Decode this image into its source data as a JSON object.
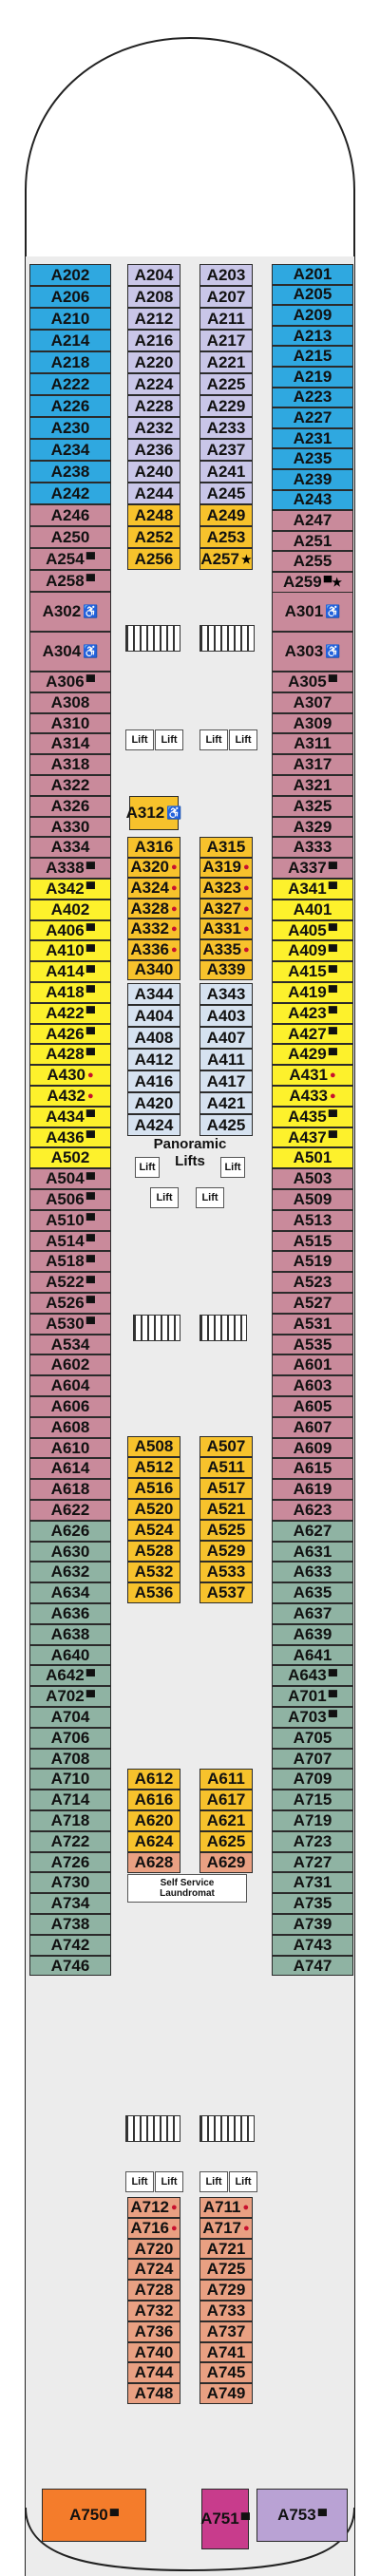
{
  "colors": {
    "blue": "#2fa8e0",
    "lavender": "#c9c6e8",
    "gold": "#f7c22c",
    "mauve": "#c98a9b",
    "yellow": "#fdf12c",
    "lightblue": "#d6e2f0",
    "green": "#8fb3a3",
    "salmon": "#e9a082",
    "orange": "#f47c2b",
    "magenta": "#c83c8c",
    "violet": "#b9a2d4",
    "hull": "#ececec",
    "outline": "#2b2b2b"
  },
  "labels": {
    "panoramic_lifts_1": "Panoramic",
    "panoramic_lifts_2": "Lifts",
    "laundromat_1": "Self Service",
    "laundromat_2": "Laundromat",
    "lift": "Lift"
  },
  "cabins": {
    "col1": [
      [
        "A202",
        "blue",
        ""
      ],
      [
        "A206",
        "blue",
        ""
      ],
      [
        "A210",
        "blue",
        ""
      ],
      [
        "A214",
        "blue",
        ""
      ],
      [
        "A218",
        "blue",
        ""
      ],
      [
        "A222",
        "blue",
        ""
      ],
      [
        "A226",
        "blue",
        ""
      ],
      [
        "A230",
        "blue",
        ""
      ],
      [
        "A234",
        "blue",
        ""
      ],
      [
        "A238",
        "blue",
        ""
      ],
      [
        "A242",
        "blue",
        ""
      ],
      [
        "A246",
        "mauve",
        ""
      ],
      [
        "A250",
        "mauve",
        ""
      ],
      [
        "A254",
        "mauve",
        "▀"
      ],
      [
        "A258",
        "mauve",
        "▀"
      ],
      [
        "A302",
        "mauve",
        "♿"
      ],
      [
        "A304",
        "mauve",
        "♿"
      ],
      [
        "A306",
        "mauve",
        "▀"
      ],
      [
        "A308",
        "mauve",
        ""
      ],
      [
        "A310",
        "mauve",
        ""
      ],
      [
        "A314",
        "mauve",
        ""
      ],
      [
        "A318",
        "mauve",
        ""
      ],
      [
        "A322",
        "mauve",
        ""
      ],
      [
        "A326",
        "mauve",
        ""
      ],
      [
        "A330",
        "mauve",
        ""
      ],
      [
        "A334",
        "mauve",
        ""
      ],
      [
        "A338",
        "mauve",
        "▀"
      ],
      [
        "A342",
        "yellow",
        "▀"
      ],
      [
        "A402",
        "yellow",
        ""
      ],
      [
        "A406",
        "yellow",
        "▀"
      ],
      [
        "A410",
        "yellow",
        "▀"
      ],
      [
        "A414",
        "yellow",
        "▀"
      ],
      [
        "A418",
        "yellow",
        "▀"
      ],
      [
        "A422",
        "yellow",
        "▀"
      ],
      [
        "A426",
        "yellow",
        "▀"
      ],
      [
        "A428",
        "yellow",
        "▀"
      ],
      [
        "A430",
        "yellow",
        "●"
      ],
      [
        "A432",
        "yellow",
        "●"
      ],
      [
        "A434",
        "yellow",
        "▀"
      ],
      [
        "A436",
        "yellow",
        "▀"
      ],
      [
        "A502",
        "yellow",
        ""
      ],
      [
        "A504",
        "mauve",
        "▀"
      ],
      [
        "A506",
        "mauve",
        "▀"
      ],
      [
        "A510",
        "mauve",
        "▀"
      ],
      [
        "A514",
        "mauve",
        "▀"
      ],
      [
        "A518",
        "mauve",
        "▀"
      ],
      [
        "A522",
        "mauve",
        "▀"
      ],
      [
        "A526",
        "mauve",
        "▀"
      ],
      [
        "A530",
        "mauve",
        "▀"
      ],
      [
        "A534",
        "mauve",
        ""
      ],
      [
        "A602",
        "mauve",
        ""
      ],
      [
        "A604",
        "mauve",
        ""
      ],
      [
        "A606",
        "mauve",
        ""
      ],
      [
        "A608",
        "mauve",
        ""
      ],
      [
        "A610",
        "mauve",
        ""
      ],
      [
        "A614",
        "mauve",
        ""
      ],
      [
        "A618",
        "mauve",
        ""
      ],
      [
        "A622",
        "mauve",
        ""
      ],
      [
        "A626",
        "green",
        ""
      ],
      [
        "A630",
        "green",
        ""
      ],
      [
        "A632",
        "green",
        ""
      ],
      [
        "A634",
        "green",
        ""
      ],
      [
        "A636",
        "green",
        ""
      ],
      [
        "A638",
        "green",
        ""
      ],
      [
        "A640",
        "green",
        ""
      ],
      [
        "A642",
        "green",
        "▀"
      ],
      [
        "A702",
        "green",
        "▀"
      ],
      [
        "A704",
        "green",
        ""
      ],
      [
        "A706",
        "green",
        ""
      ],
      [
        "A708",
        "green",
        ""
      ],
      [
        "A710",
        "green",
        ""
      ],
      [
        "A714",
        "green",
        ""
      ],
      [
        "A718",
        "green",
        ""
      ],
      [
        "A722",
        "green",
        ""
      ],
      [
        "A726",
        "green",
        ""
      ],
      [
        "A730",
        "green",
        ""
      ],
      [
        "A734",
        "green",
        ""
      ],
      [
        "A738",
        "green",
        ""
      ],
      [
        "A742",
        "green",
        ""
      ],
      [
        "A746",
        "green",
        ""
      ]
    ],
    "col4": [
      [
        "A201",
        "blue",
        ""
      ],
      [
        "A205",
        "blue",
        ""
      ],
      [
        "A209",
        "blue",
        ""
      ],
      [
        "A213",
        "blue",
        ""
      ],
      [
        "A215",
        "blue",
        ""
      ],
      [
        "A219",
        "blue",
        ""
      ],
      [
        "A223",
        "blue",
        ""
      ],
      [
        "A227",
        "blue",
        ""
      ],
      [
        "A231",
        "blue",
        ""
      ],
      [
        "A235",
        "blue",
        ""
      ],
      [
        "A239",
        "blue",
        ""
      ],
      [
        "A243",
        "blue",
        ""
      ],
      [
        "A247",
        "mauve",
        ""
      ],
      [
        "A251",
        "mauve",
        ""
      ],
      [
        "A255",
        "mauve",
        ""
      ],
      [
        "A259",
        "mauve",
        "▀★"
      ],
      [
        "A301",
        "mauve",
        "♿"
      ],
      [
        "A303",
        "mauve",
        "♿"
      ],
      [
        "A305",
        "mauve",
        "▀"
      ],
      [
        "A307",
        "mauve",
        ""
      ],
      [
        "A309",
        "mauve",
        ""
      ],
      [
        "A311",
        "mauve",
        ""
      ],
      [
        "A317",
        "mauve",
        ""
      ],
      [
        "A321",
        "mauve",
        ""
      ],
      [
        "A325",
        "mauve",
        ""
      ],
      [
        "A329",
        "mauve",
        ""
      ],
      [
        "A333",
        "mauve",
        ""
      ],
      [
        "A337",
        "mauve",
        "▀"
      ],
      [
        "A341",
        "yellow",
        "▀"
      ],
      [
        "A401",
        "yellow",
        ""
      ],
      [
        "A405",
        "yellow",
        "▀"
      ],
      [
        "A409",
        "yellow",
        "▀"
      ],
      [
        "A415",
        "yellow",
        "▀"
      ],
      [
        "A419",
        "yellow",
        "▀"
      ],
      [
        "A423",
        "yellow",
        "▀"
      ],
      [
        "A427",
        "yellow",
        "▀"
      ],
      [
        "A429",
        "yellow",
        "▀"
      ],
      [
        "A431",
        "yellow",
        "●"
      ],
      [
        "A433",
        "yellow",
        "●"
      ],
      [
        "A435",
        "yellow",
        "▀"
      ],
      [
        "A437",
        "yellow",
        "▀"
      ],
      [
        "A501",
        "yellow",
        ""
      ],
      [
        "A503",
        "mauve",
        ""
      ],
      [
        "A509",
        "mauve",
        ""
      ],
      [
        "A513",
        "mauve",
        ""
      ],
      [
        "A515",
        "mauve",
        ""
      ],
      [
        "A519",
        "mauve",
        ""
      ],
      [
        "A523",
        "mauve",
        ""
      ],
      [
        "A527",
        "mauve",
        ""
      ],
      [
        "A531",
        "mauve",
        ""
      ],
      [
        "A535",
        "mauve",
        ""
      ],
      [
        "A601",
        "mauve",
        ""
      ],
      [
        "A603",
        "mauve",
        ""
      ],
      [
        "A605",
        "mauve",
        ""
      ],
      [
        "A607",
        "mauve",
        ""
      ],
      [
        "A609",
        "mauve",
        ""
      ],
      [
        "A615",
        "mauve",
        ""
      ],
      [
        "A619",
        "mauve",
        ""
      ],
      [
        "A623",
        "mauve",
        ""
      ],
      [
        "A627",
        "green",
        ""
      ],
      [
        "A631",
        "green",
        ""
      ],
      [
        "A633",
        "green",
        ""
      ],
      [
        "A635",
        "green",
        ""
      ],
      [
        "A637",
        "green",
        ""
      ],
      [
        "A639",
        "green",
        ""
      ],
      [
        "A641",
        "green",
        ""
      ],
      [
        "A643",
        "green",
        "▀"
      ],
      [
        "A701",
        "green",
        "▀"
      ],
      [
        "A703",
        "green",
        "▀"
      ],
      [
        "A705",
        "green",
        ""
      ],
      [
        "A707",
        "green",
        ""
      ],
      [
        "A709",
        "green",
        ""
      ],
      [
        "A715",
        "green",
        ""
      ],
      [
        "A719",
        "green",
        ""
      ],
      [
        "A723",
        "green",
        ""
      ],
      [
        "A727",
        "green",
        ""
      ],
      [
        "A731",
        "green",
        ""
      ],
      [
        "A735",
        "green",
        ""
      ],
      [
        "A739",
        "green",
        ""
      ],
      [
        "A743",
        "green",
        ""
      ],
      [
        "A747",
        "green",
        ""
      ]
    ],
    "col2_top": [
      [
        "A204",
        "lavender",
        ""
      ],
      [
        "A208",
        "lavender",
        ""
      ],
      [
        "A212",
        "lavender",
        ""
      ],
      [
        "A216",
        "lavender",
        ""
      ],
      [
        "A220",
        "lavender",
        ""
      ],
      [
        "A224",
        "lavender",
        ""
      ],
      [
        "A228",
        "lavender",
        ""
      ],
      [
        "A232",
        "lavender",
        ""
      ],
      [
        "A236",
        "lavender",
        ""
      ],
      [
        "A240",
        "lavender",
        ""
      ],
      [
        "A244",
        "lavender",
        ""
      ],
      [
        "A248",
        "gold",
        ""
      ],
      [
        "A252",
        "gold",
        ""
      ],
      [
        "A256",
        "gold",
        ""
      ]
    ],
    "col3_top": [
      [
        "A203",
        "lavender",
        ""
      ],
      [
        "A207",
        "lavender",
        ""
      ],
      [
        "A211",
        "lavender",
        ""
      ],
      [
        "A217",
        "lavender",
        ""
      ],
      [
        "A221",
        "lavender",
        ""
      ],
      [
        "A225",
        "lavender",
        ""
      ],
      [
        "A229",
        "lavender",
        ""
      ],
      [
        "A233",
        "lavender",
        ""
      ],
      [
        "A237",
        "lavender",
        ""
      ],
      [
        "A241",
        "lavender",
        ""
      ],
      [
        "A245",
        "lavender",
        ""
      ],
      [
        "A249",
        "gold",
        ""
      ],
      [
        "A253",
        "gold",
        ""
      ],
      [
        "A257",
        "gold",
        "★"
      ]
    ],
    "a312": [
      "A312",
      "gold",
      "♿"
    ],
    "col2_b": [
      [
        "A316",
        "gold",
        ""
      ],
      [
        "A320",
        "gold",
        "●"
      ],
      [
        "A324",
        "gold",
        "●"
      ],
      [
        "A328",
        "gold",
        "●"
      ],
      [
        "A332",
        "gold",
        "●"
      ],
      [
        "A336",
        "gold",
        "●"
      ],
      [
        "A340",
        "gold",
        ""
      ]
    ],
    "col3_b": [
      [
        "A315",
        "gold",
        ""
      ],
      [
        "A319",
        "gold",
        "●"
      ],
      [
        "A323",
        "gold",
        "●"
      ],
      [
        "A327",
        "gold",
        "●"
      ],
      [
        "A331",
        "gold",
        "●"
      ],
      [
        "A335",
        "gold",
        "●"
      ],
      [
        "A339",
        "gold",
        ""
      ]
    ],
    "col2_c": [
      [
        "A344",
        "lightblue",
        ""
      ],
      [
        "A404",
        "lightblue",
        ""
      ],
      [
        "A408",
        "lightblue",
        ""
      ],
      [
        "A412",
        "lightblue",
        ""
      ],
      [
        "A416",
        "lightblue",
        ""
      ],
      [
        "A420",
        "lightblue",
        ""
      ],
      [
        "A424",
        "lightblue",
        ""
      ]
    ],
    "col3_c": [
      [
        "A343",
        "lightblue",
        ""
      ],
      [
        "A403",
        "lightblue",
        ""
      ],
      [
        "A407",
        "lightblue",
        ""
      ],
      [
        "A411",
        "lightblue",
        ""
      ],
      [
        "A417",
        "lightblue",
        ""
      ],
      [
        "A421",
        "lightblue",
        ""
      ],
      [
        "A425",
        "lightblue",
        ""
      ]
    ],
    "col2_d": [
      [
        "A508",
        "gold",
        ""
      ],
      [
        "A512",
        "gold",
        ""
      ],
      [
        "A516",
        "gold",
        ""
      ],
      [
        "A520",
        "gold",
        ""
      ],
      [
        "A524",
        "gold",
        ""
      ],
      [
        "A528",
        "gold",
        ""
      ],
      [
        "A532",
        "gold",
        ""
      ],
      [
        "A536",
        "gold",
        ""
      ]
    ],
    "col3_d": [
      [
        "A507",
        "gold",
        ""
      ],
      [
        "A511",
        "gold",
        ""
      ],
      [
        "A517",
        "gold",
        ""
      ],
      [
        "A521",
        "gold",
        ""
      ],
      [
        "A525",
        "gold",
        ""
      ],
      [
        "A529",
        "gold",
        ""
      ],
      [
        "A533",
        "gold",
        ""
      ],
      [
        "A537",
        "gold",
        ""
      ]
    ],
    "col2_e": [
      [
        "A612",
        "gold",
        ""
      ],
      [
        "A616",
        "gold",
        ""
      ],
      [
        "A620",
        "gold",
        ""
      ],
      [
        "A624",
        "gold",
        ""
      ],
      [
        "A628",
        "salmon",
        ""
      ]
    ],
    "col3_e": [
      [
        "A611",
        "gold",
        ""
      ],
      [
        "A617",
        "gold",
        ""
      ],
      [
        "A621",
        "gold",
        ""
      ],
      [
        "A625",
        "gold",
        ""
      ],
      [
        "A629",
        "salmon",
        ""
      ]
    ],
    "col2_f": [
      [
        "A712",
        "salmon",
        "●"
      ],
      [
        "A716",
        "salmon",
        "●"
      ],
      [
        "A720",
        "salmon",
        ""
      ],
      [
        "A724",
        "salmon",
        ""
      ],
      [
        "A728",
        "salmon",
        ""
      ],
      [
        "A732",
        "salmon",
        ""
      ],
      [
        "A736",
        "salmon",
        ""
      ],
      [
        "A740",
        "salmon",
        ""
      ],
      [
        "A744",
        "salmon",
        ""
      ],
      [
        "A748",
        "salmon",
        ""
      ]
    ],
    "col3_f": [
      [
        "A711",
        "salmon",
        "●"
      ],
      [
        "A717",
        "salmon",
        "●"
      ],
      [
        "A721",
        "salmon",
        ""
      ],
      [
        "A725",
        "salmon",
        ""
      ],
      [
        "A729",
        "salmon",
        ""
      ],
      [
        "A733",
        "salmon",
        ""
      ],
      [
        "A737",
        "salmon",
        ""
      ],
      [
        "A741",
        "salmon",
        ""
      ],
      [
        "A745",
        "salmon",
        ""
      ],
      [
        "A749",
        "salmon",
        ""
      ]
    ],
    "suites": [
      [
        "A750",
        "orange",
        "▀"
      ],
      [
        "A751",
        "magenta",
        "▀"
      ],
      [
        "A753",
        "violet",
        "▀"
      ]
    ]
  }
}
